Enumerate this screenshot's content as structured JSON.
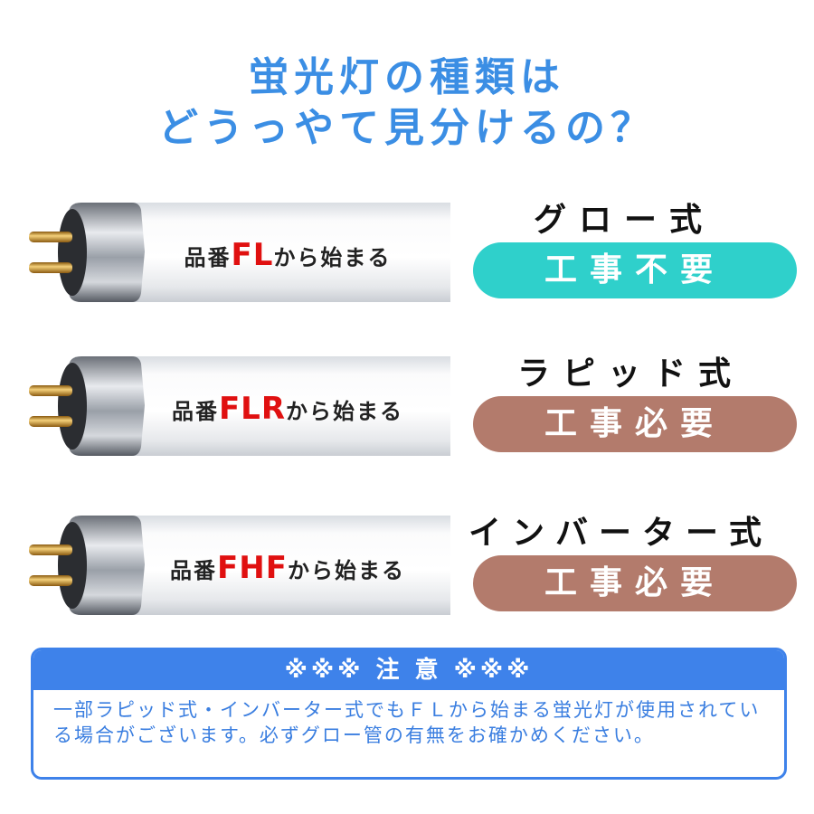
{
  "title": {
    "line1": "蛍光灯の種類は",
    "line2": "どうっやて見分けるの？"
  },
  "rows": [
    {
      "label_prefix": "品番",
      "code": "FL",
      "label_suffix": "から始まる",
      "type": "グロー式",
      "pill": "工事不要",
      "pill_color": "#2fd0cb"
    },
    {
      "label_prefix": "品番",
      "code": "FLR",
      "label_suffix": "から始まる",
      "type": "ラピッド式",
      "pill": "工事必要",
      "pill_color": "#b37b6c"
    },
    {
      "label_prefix": "品番",
      "code": "FHF",
      "label_suffix": "から始まる",
      "type": "インバーター式",
      "pill": "工事必要",
      "pill_color": "#b37b6c"
    }
  ],
  "notice": {
    "header": "※※※ 注 意 ※※※",
    "body": "一部ラピッド式・インバーター式でもＦＬから始まる蛍光灯が使用されている場合がございます。必ずグロー管の有無をお確かめください。",
    "color": "#3e82ea"
  }
}
